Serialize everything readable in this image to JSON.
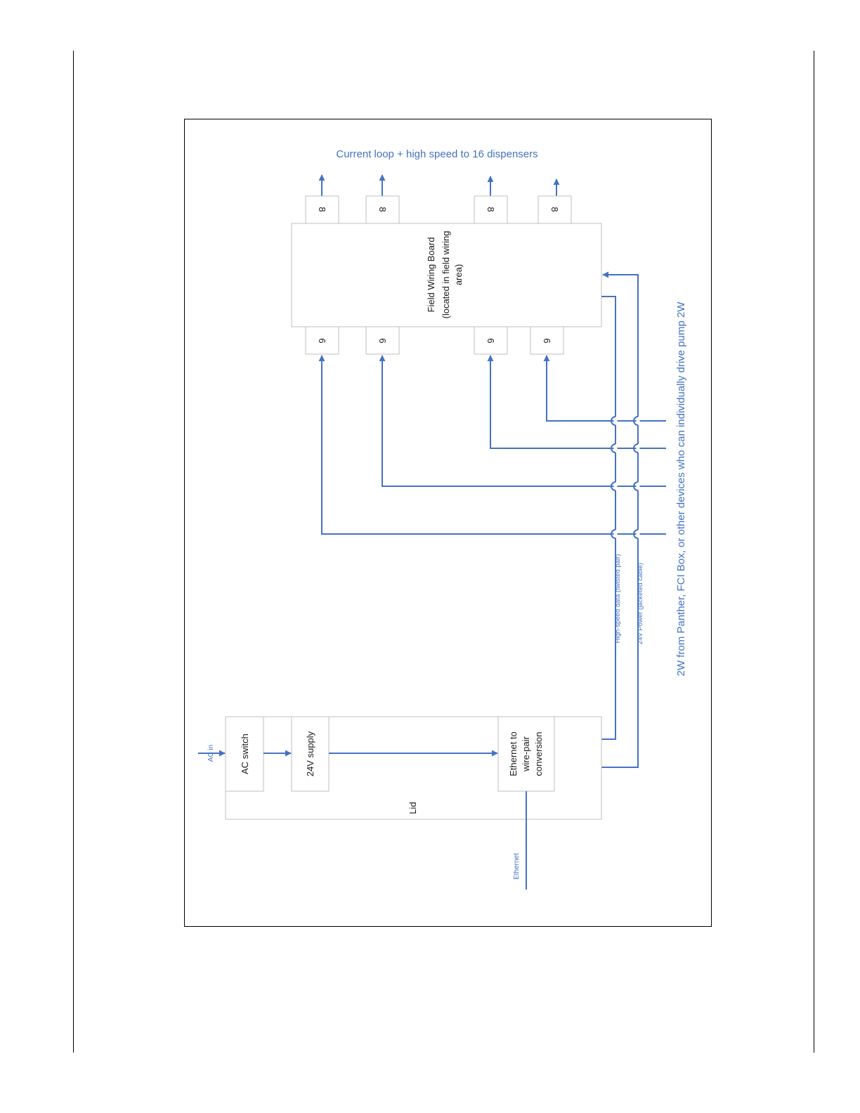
{
  "page": {
    "frame_color": "#000000",
    "wire_color": "#4472c4"
  },
  "diagram": {
    "top_label": "Current loop + high speed to 16 dispensers",
    "side_label": "2W from Panther, FCI Box, or other devices who can individually drive pump 2W",
    "field_board": {
      "line1": "Field Wiring Board",
      "line2": "(located in field wiring",
      "line3": "area)"
    },
    "connectors_top": [
      "8",
      "8",
      "8",
      "8"
    ],
    "connectors_bottom": [
      "6",
      "6",
      "6",
      "6"
    ],
    "lid": {
      "label": "Lid",
      "ac_switch": "AC switch",
      "supply": "24V supply",
      "eth_line1": "Ethernet to",
      "eth_line2": "wire-pair",
      "eth_line3": "conversion"
    },
    "ac_in": "AC in",
    "ethernet": "Ethernet",
    "hs_data": "High-speed data (twisted pair)",
    "power": "24V Power (jacketed cable)"
  }
}
